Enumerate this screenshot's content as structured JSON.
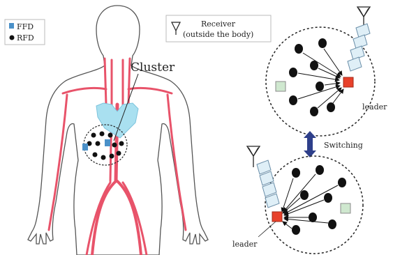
{
  "legend": {
    "items": [
      {
        "symbol": "ffd-square",
        "label": "FFD",
        "color": "#4a90c8"
      },
      {
        "symbol": "rfd-dot",
        "label": "RFD",
        "color": "#111111"
      }
    ]
  },
  "body_figure": {
    "cluster_label": "Cluster",
    "vessel_color": "#e8536a",
    "heart_color": "#a9e0f0"
  },
  "receiver": {
    "line1": "Receiver",
    "line2": "(outside the body)",
    "icon": "antenna-icon"
  },
  "clusters": {
    "top": {
      "leader_label": "leader",
      "leader_color": "#e8412b",
      "ffd_color": "#cfe8cf"
    },
    "bottom": {
      "leader_label": "leader",
      "leader_color": "#e8412b",
      "ffd_color": "#cfe8cf"
    }
  },
  "switching": {
    "label": "Switching",
    "arrow_color": "#2e3f8a"
  }
}
